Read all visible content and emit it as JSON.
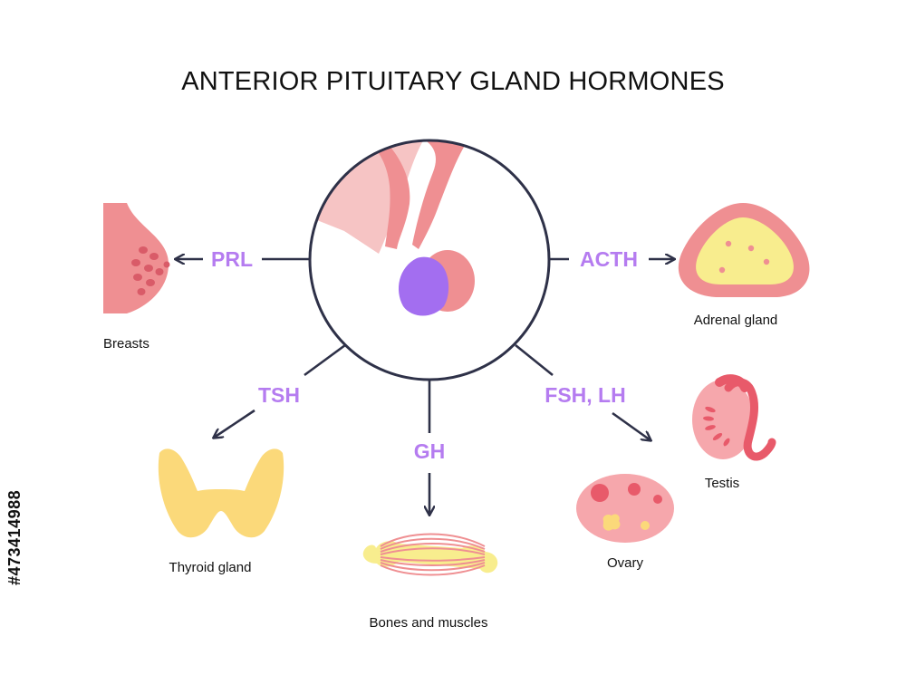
{
  "title": "ANTERIOR PITUITARY GLAND HORMONES",
  "hormones": {
    "prl": "PRL",
    "acth": "ACTH",
    "tsh": "TSH",
    "gh": "GH",
    "fsh_lh": "FSH, LH"
  },
  "organs": {
    "breasts": "Breasts",
    "adrenal": "Adrenal gland",
    "thyroid": "Thyroid gland",
    "bones_muscles": "Bones and muscles",
    "ovary": "Ovary",
    "testis": "Testis"
  },
  "stock_id": "#473414988",
  "colors": {
    "hormone_text": "#b57cf0",
    "line": "#2e3148",
    "pink": "#ef8f92",
    "light_pink": "#f6c4c4",
    "yellow": "#fbd97a",
    "purple_gland": "#a36ef0"
  }
}
